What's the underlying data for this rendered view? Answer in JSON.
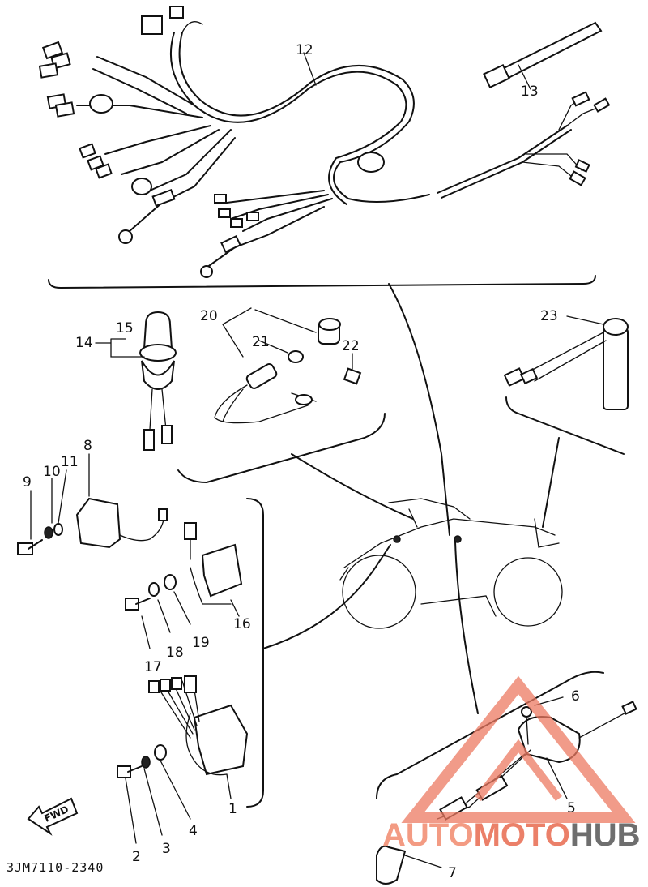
{
  "callouts": {
    "c1": "1",
    "c2": "2",
    "c3": "3",
    "c4": "4",
    "c5": "5",
    "c6": "6",
    "c7": "7",
    "c8": "8",
    "c9": "9",
    "c10": "10",
    "c11": "11",
    "c12": "12",
    "c13": "13",
    "c14": "14",
    "c15": "15",
    "c16": "16",
    "c17": "17",
    "c18": "18",
    "c19": "19",
    "c20": "20",
    "c21": "21",
    "c22": "22",
    "c23": "23"
  },
  "diagram_code": "3JM7110-2340",
  "fwd_label": "FWD",
  "watermark": {
    "part1": "AUTO",
    "part2": "MOTO",
    "part3": "HUB"
  },
  "colors": {
    "ink": "#111111",
    "watermark_red": "#e86b50",
    "watermark_grey": "#555555"
  }
}
